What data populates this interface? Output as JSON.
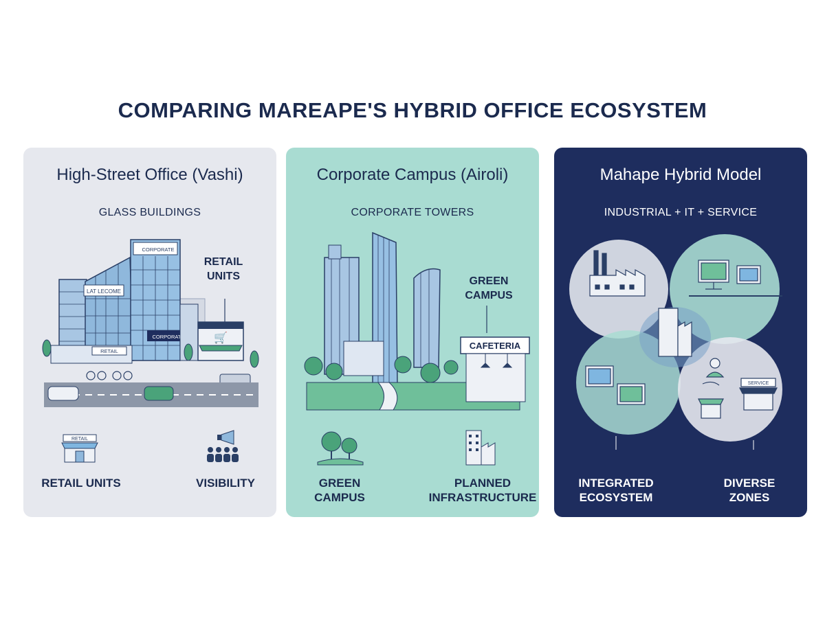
{
  "title": "COMPARING MAREAPE'S HYBRID OFFICE ECOSYSTEM",
  "panels": [
    {
      "title": "High-Street Office (Vashi)",
      "subtitle": "GLASS BUILDINGS",
      "callout": "RETAIL\nUNITS",
      "signs": {
        "corporate_top": "CORPORATE",
        "lat": "LAT LECOME",
        "corporate_mid": "CORPORATE",
        "retail": "RETAIL"
      },
      "features": [
        {
          "label": "RETAIL UNITS",
          "icon": "retail-store-icon",
          "sign": "RETAIL"
        },
        {
          "label": "VISIBILITY",
          "icon": "megaphone-crowd-icon"
        }
      ],
      "background": "#e6e8ee"
    },
    {
      "title": "Corporate Campus (Airoli)",
      "subtitle": "CORPORATE TOWERS",
      "callout": "GREEN\nCAMPUS",
      "signs": {
        "cafeteria": "CAFETERIA"
      },
      "features": [
        {
          "label": "GREEN\nCAMPUS",
          "icon": "trees-icon"
        },
        {
          "label": "PLANNED\nINFRASTRUCTURE",
          "icon": "buildings-icon"
        }
      ],
      "background": "#a9dcd2"
    },
    {
      "title": "Mahape Hybrid Model",
      "subtitle": "INDUSTRIAL + IT + SERVICE",
      "signs": {
        "service": "SERVICE"
      },
      "features": [
        {
          "label": "INTEGRATED\nECOSYSTEM"
        },
        {
          "label": "DIVERSE\nZONES"
        }
      ],
      "background": "#1e2d5e"
    }
  ],
  "colors": {
    "navy": "#1e2d5e",
    "teal": "#a9dcd2",
    "grey": "#e6e8ee",
    "glass": "#8fb8dc",
    "tree": "#4aa37a"
  }
}
